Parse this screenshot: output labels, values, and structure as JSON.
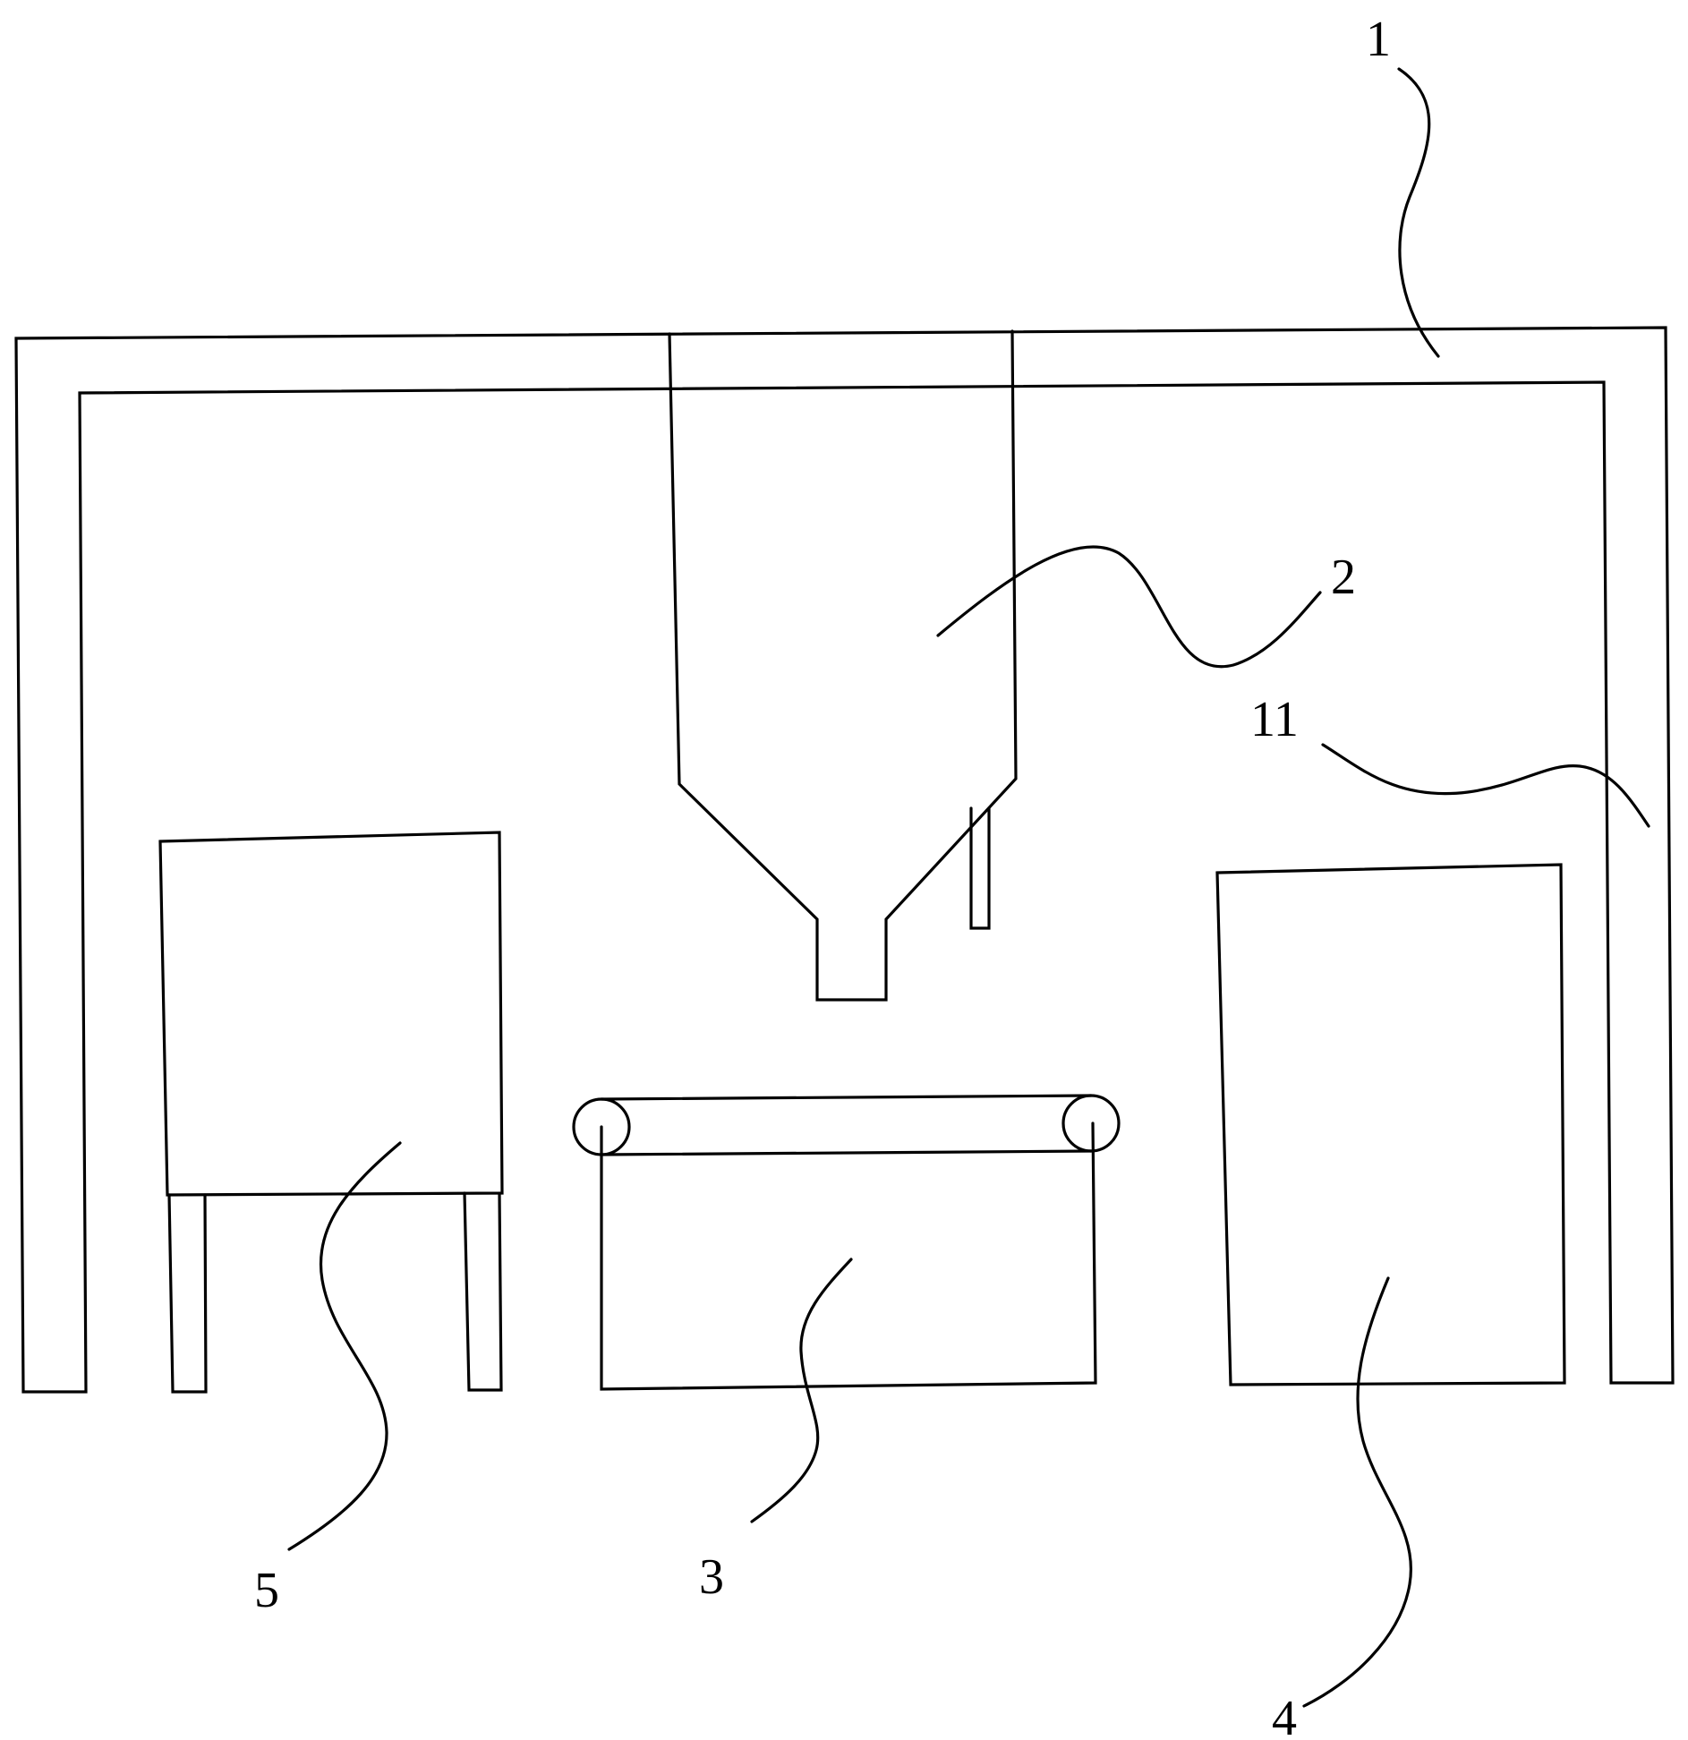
{
  "labels": {
    "frame": "1",
    "hopper": "2",
    "conveyor": "3",
    "cabinet_right": "4",
    "table_left": "5",
    "frame_leg": "11"
  }
}
